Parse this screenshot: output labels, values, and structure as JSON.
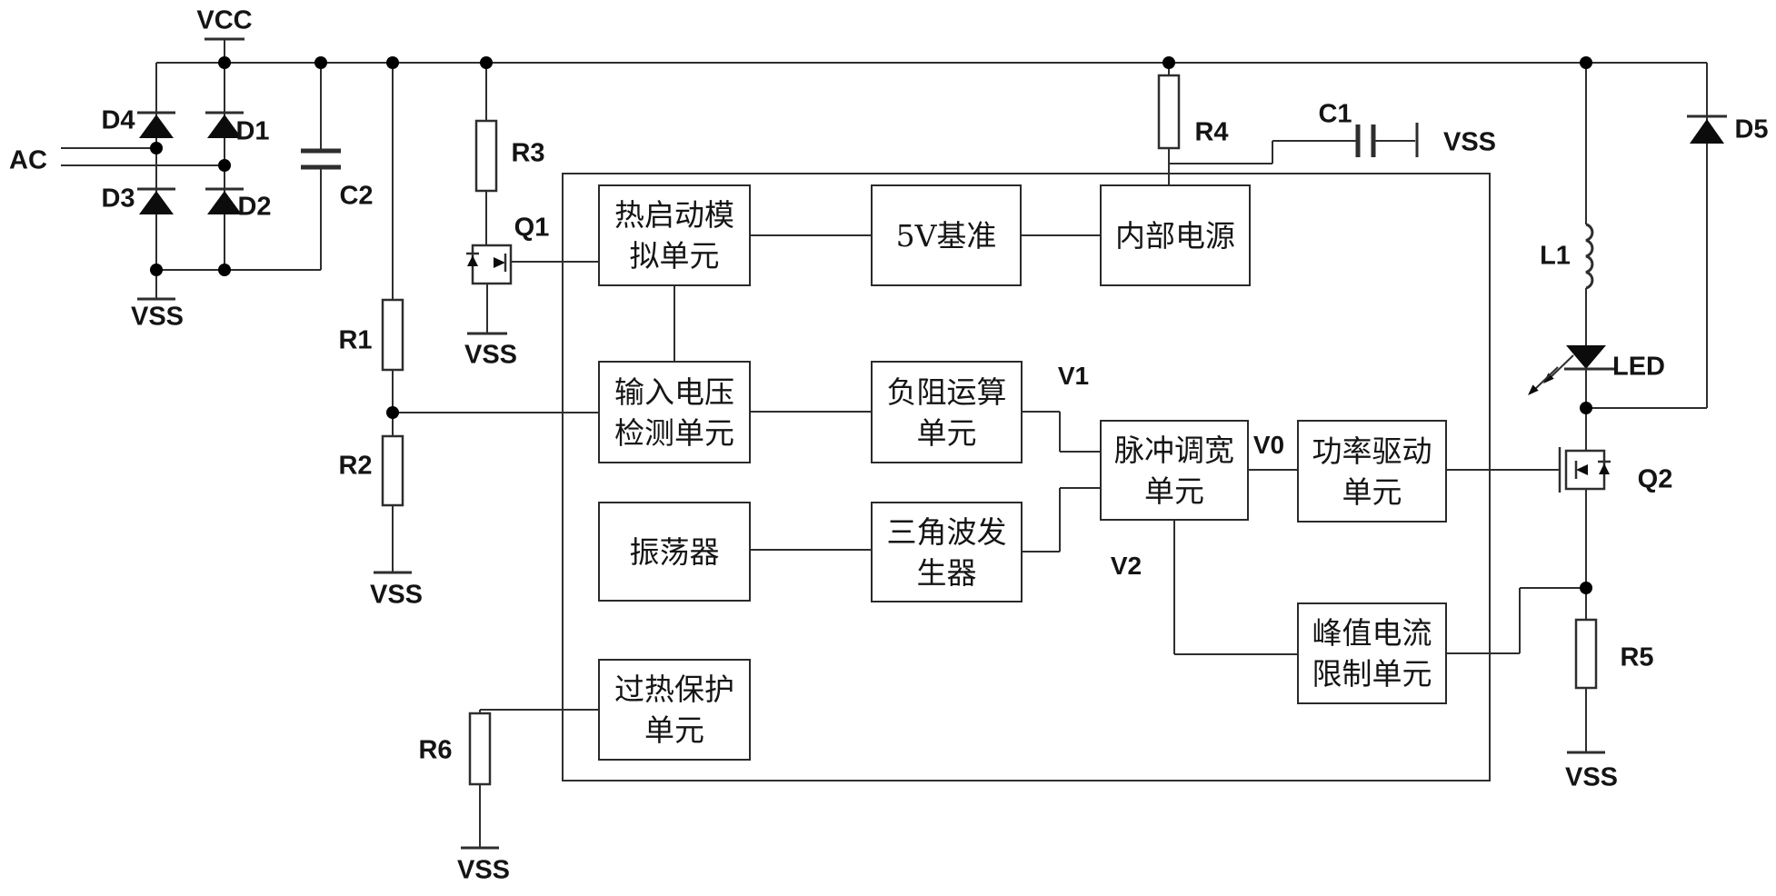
{
  "power_labels": {
    "vcc": "VCC",
    "vss": "VSS",
    "ac": "AC"
  },
  "components": {
    "d1": "D1",
    "d2": "D2",
    "d3": "D3",
    "d4": "D4",
    "d5": "D5",
    "r1": "R1",
    "r2": "R2",
    "r3": "R3",
    "r4": "R4",
    "r5": "R5",
    "r6": "R6",
    "c1": "C1",
    "c2": "C2",
    "q1": "Q1",
    "q2": "Q2",
    "l1": "L1",
    "led": "LED"
  },
  "signals": {
    "v0": "V0",
    "v1": "V1",
    "v2": "V2"
  },
  "blocks": {
    "hot_start": "热启动模拟单元",
    "ref_5v": "5V基准",
    "internal_power": "内部电源",
    "input_voltage_detect": "输入电压检测单元",
    "neg_res_calc": "负阻运算单元",
    "pwm": "脉冲调宽单元",
    "power_drive": "功率驱动单元",
    "oscillator": "振荡器",
    "triangle_wave_gen": "三角波发生器",
    "peak_current_limit": "峰值电流限制单元",
    "overheat_protect": "过热保护单元"
  },
  "colors": {
    "wire": "#2e2e2e",
    "ink": "#0c0c0c",
    "background": "#ffffff"
  }
}
